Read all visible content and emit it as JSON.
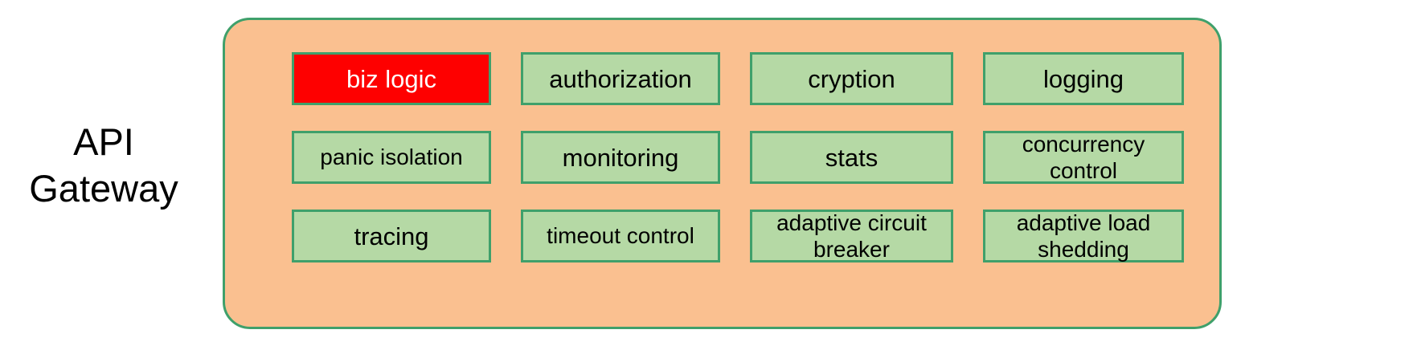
{
  "diagram": {
    "left_label": "API\nGateway",
    "container": {
      "name": "api-gateway-container",
      "fill_color": "#fac090",
      "border_color": "#3fa06b"
    },
    "colors": {
      "box_fill": "#b5d9a5",
      "box_border": "#3fa06b",
      "highlight_fill": "#fe0000",
      "highlight_text": "#ffffff",
      "text": "#000000",
      "background": "#ffffff"
    },
    "rows": [
      {
        "boxes": [
          {
            "label": "biz logic",
            "highlight": true,
            "size": "normal",
            "lines": 1
          },
          {
            "label": "authorization",
            "highlight": false,
            "size": "normal",
            "lines": 1
          },
          {
            "label": "cryption",
            "highlight": false,
            "size": "normal",
            "lines": 1
          },
          {
            "label": "logging",
            "highlight": false,
            "size": "normal",
            "lines": 1
          }
        ]
      },
      {
        "boxes": [
          {
            "label": "panic isolation",
            "highlight": false,
            "size": "small",
            "lines": 1
          },
          {
            "label": "monitoring",
            "highlight": false,
            "size": "normal",
            "lines": 1
          },
          {
            "label": "stats",
            "highlight": false,
            "size": "normal",
            "lines": 1
          },
          {
            "label": "concurrency\ncontrol",
            "highlight": false,
            "size": "two-line",
            "lines": 2
          }
        ]
      },
      {
        "boxes": [
          {
            "label": "tracing",
            "highlight": false,
            "size": "normal",
            "lines": 1
          },
          {
            "label": "timeout control",
            "highlight": false,
            "size": "small",
            "lines": 1
          },
          {
            "label": "adaptive circuit\nbreaker",
            "highlight": false,
            "size": "two-line",
            "lines": 2
          },
          {
            "label": "adaptive load\nshedding",
            "highlight": false,
            "size": "two-line",
            "lines": 2
          }
        ]
      }
    ]
  }
}
